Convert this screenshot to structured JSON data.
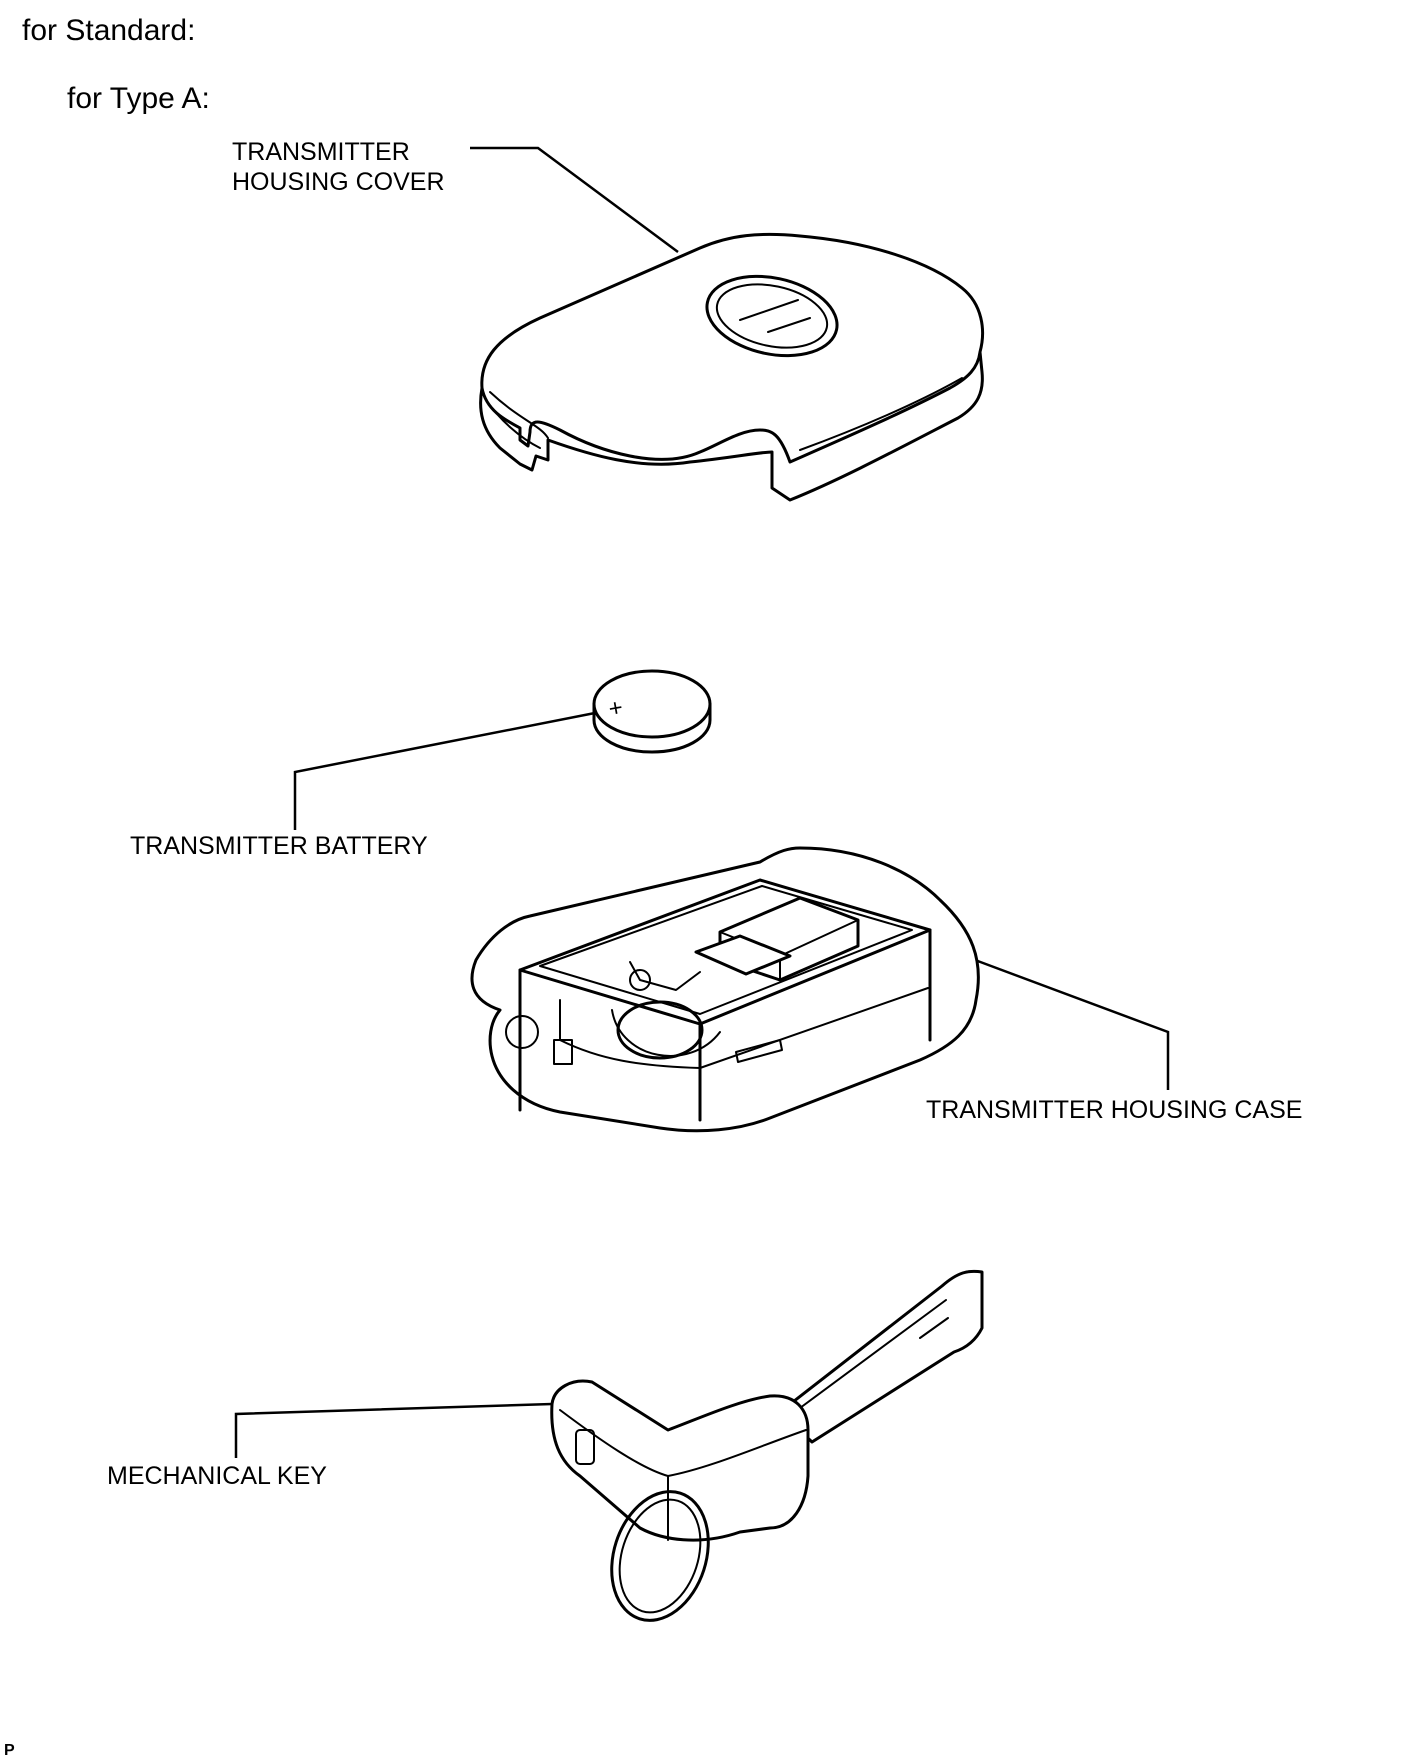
{
  "headings": {
    "standard": "for Standard:",
    "type_a": "for Type A:"
  },
  "callouts": {
    "housing_cover": [
      "TRANSMITTER",
      "HOUSING COVER"
    ],
    "battery": "TRANSMITTER BATTERY",
    "housing_case": "TRANSMITTER HOUSING CASE",
    "mechanical_key": "MECHANICAL KEY"
  },
  "battery_symbol": "+",
  "figure_id": "P"
}
